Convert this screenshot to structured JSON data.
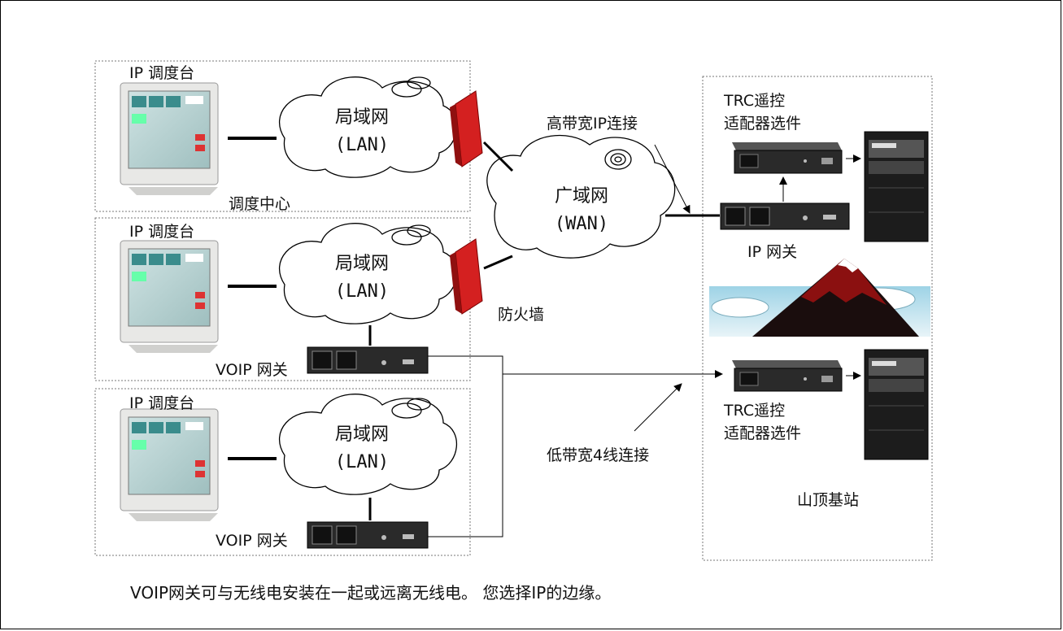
{
  "zones": {
    "top_label": "调度中心",
    "site_label": "山顶基站"
  },
  "consoles": [
    {
      "label": "IP 调度台"
    },
    {
      "label": "IP 调度台"
    },
    {
      "label": "IP 调度台"
    }
  ],
  "lans": [
    {
      "name": "局域网",
      "sub": "(LAN)"
    },
    {
      "name": "局域网",
      "sub": "(LAN)"
    },
    {
      "name": "局域网",
      "sub": "(LAN)"
    }
  ],
  "wan": {
    "name": "广域网",
    "sub": "(WAN)"
  },
  "labels": {
    "firewall": "防火墙",
    "voip1": "VOIP 网关",
    "voip2": "VOIP 网关",
    "ip_gateway": "IP 网关",
    "high_bw": "高带宽IP连接",
    "low_bw": "低带宽4线连接",
    "trc_top_1": "TRC遥控",
    "trc_top_2": "适配器选件",
    "trc_bot_1": "TRC遥控",
    "trc_bot_2": "适配器选件"
  },
  "caption": "VOIP网关可与无线电安装在一起或远离无线电。 您选择IP的边缘。",
  "colors": {
    "firewall": "#d42020",
    "device": "#2a2a2a",
    "mountain": "#8b1010"
  }
}
